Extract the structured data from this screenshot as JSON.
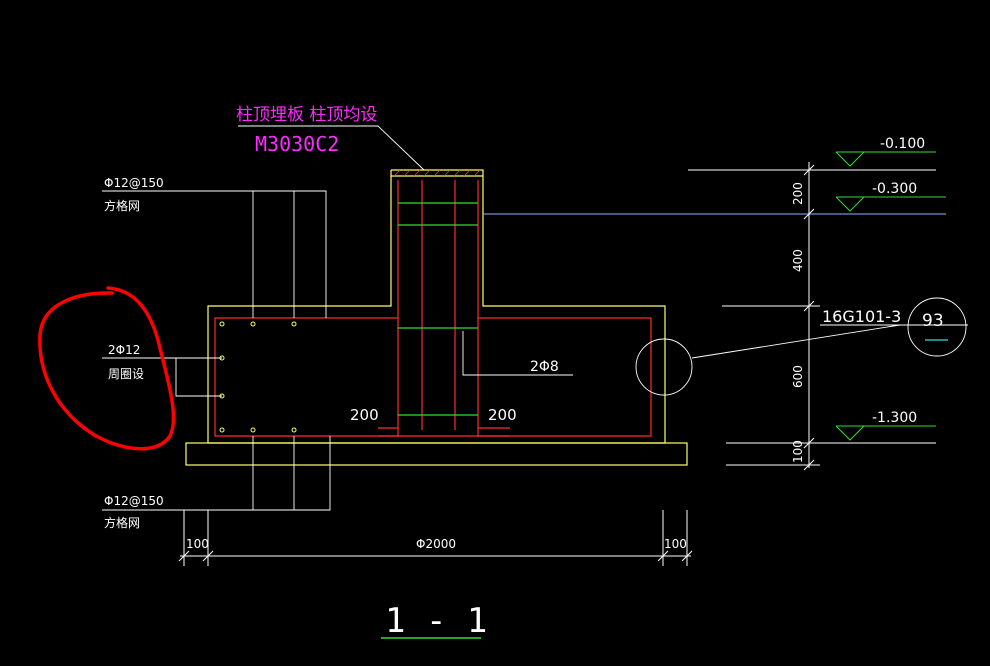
{
  "colors": {
    "background": "#000000",
    "outline": "#ffff66",
    "rebar": "#ff2a2a",
    "stirrup": "#33dd33",
    "leader": "#ffffff",
    "annotation": "#ff2aff",
    "dimension": "#ffffff",
    "elevation_line": "#33dd33",
    "sketch_mark": "#ff0000",
    "ref_line": "#8fb4ff"
  },
  "labels": {
    "embed_line1": "柱顶埋板 柱顶均设",
    "embed_line2": "M3030C2",
    "top_mesh_spec": "Φ12@150",
    "top_mesh_name": "方格网",
    "ring_bar_spec": "2Φ12",
    "ring_bar_name": "周圈设",
    "bottom_mesh_spec": "Φ12@150",
    "bottom_mesh_name": "方格网",
    "column_bars": "2Φ8",
    "offset_left": "200",
    "offset_right": "200",
    "detail_ref": "16G101-3",
    "detail_page": "93",
    "section_title": "1 - 1"
  },
  "elevations": [
    "-0.100",
    "-0.300",
    "-1.300"
  ],
  "vertical_dims": [
    "200",
    "400",
    "600",
    "100"
  ],
  "horizontal_dims": {
    "left": "100",
    "diameter": "Φ2000",
    "right": "100"
  }
}
